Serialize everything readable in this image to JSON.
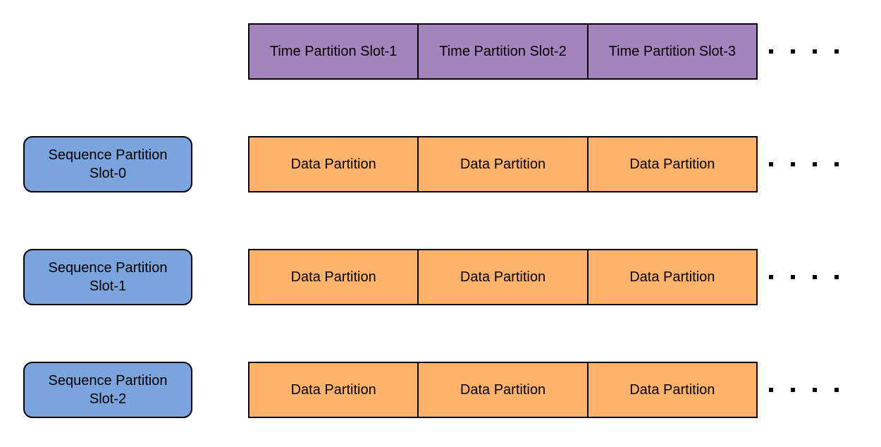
{
  "diagram": {
    "type": "partition-layout-diagram",
    "colors": {
      "time_slot_fill": "#A583BD",
      "sequence_slot_fill": "#7BA3DE",
      "data_partition_fill": "#FFB26C",
      "border": "#000000",
      "text": "#000000",
      "background": "#ffffff"
    },
    "time_partition_row": {
      "slots": [
        {
          "label": "Time Partition Slot-1"
        },
        {
          "label": "Time Partition Slot-2"
        },
        {
          "label": "Time Partition Slot-3"
        }
      ],
      "continuation_dots": 4
    },
    "sequence_rows": [
      {
        "label": "Sequence Partition Slot-0",
        "data_partitions": [
          "Data Partition",
          "Data Partition",
          "Data Partition"
        ],
        "continuation_dots": 4
      },
      {
        "label": "Sequence Partition Slot-1",
        "data_partitions": [
          "Data Partition",
          "Data Partition",
          "Data Partition"
        ],
        "continuation_dots": 4
      },
      {
        "label": "Sequence Partition Slot-2",
        "data_partitions": [
          "Data Partition",
          "Data Partition",
          "Data Partition"
        ],
        "continuation_dots": 4
      }
    ]
  }
}
